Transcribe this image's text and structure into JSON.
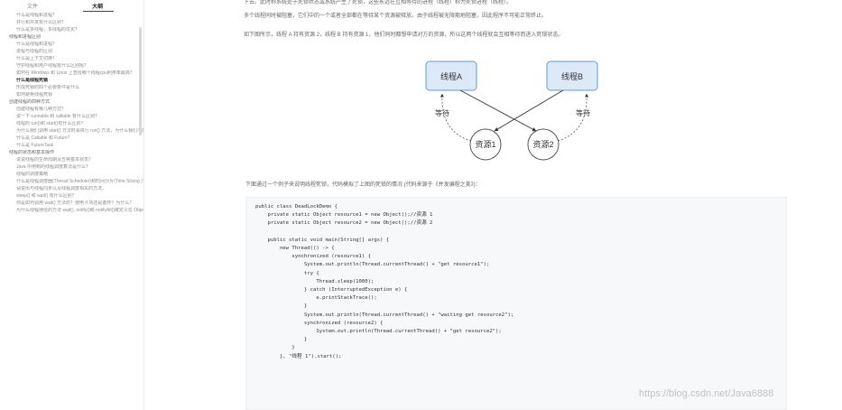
{
  "sidebar": {
    "tabs": [
      "文件",
      "大纲"
    ],
    "items": [
      {
        "label": "什么是线程和进程？",
        "level": 2
      },
      {
        "label": "并行和并发有什么区别？",
        "level": 2
      },
      {
        "label": "什么是多线程，多线程的优劣？",
        "level": 2
      },
      {
        "label": "线程和进程区别",
        "level": 1
      },
      {
        "label": "什么是线程和进程？",
        "level": 2
      },
      {
        "label": "进程与线程的区别",
        "level": 2
      },
      {
        "label": "什么是上下文切换？",
        "level": 2
      },
      {
        "label": "守护线程和用户线程有什么区别呢？",
        "level": 2
      },
      {
        "label": "如何在 Windows 和 Linux 上查找哪个线程cpu利用率最高？",
        "level": 2
      },
      {
        "label": "什么是线程死锁",
        "level": 2,
        "active": true
      },
      {
        "label": "形成死锁的四个必要条件是什么",
        "level": 2
      },
      {
        "label": "如何避免线程死锁",
        "level": 2
      },
      {
        "label": "创建线程的四种方式",
        "level": 1
      },
      {
        "label": "创建线程有哪几种方式？",
        "level": 2
      },
      {
        "label": "说一下 runnable 和 callable 有什么区别？",
        "level": 2
      },
      {
        "label": "线程的 run()和 start()有什么区别？",
        "level": 2
      },
      {
        "label": "为什么我们调用 start() 方法时会执行 run() 方法，为什么我们不能直接调用 run() 方法？",
        "level": 2
      },
      {
        "label": "什么是 Callable 和 Future?",
        "level": 2
      },
      {
        "label": "什么是 FutureTask",
        "level": 2
      },
      {
        "label": "线程的状态和基本操作",
        "level": 1
      },
      {
        "label": "说说线程的生命周期及五种基本状态？",
        "level": 2
      },
      {
        "label": "Java 中用到的线程调度算法是什么？",
        "level": 2
      },
      {
        "label": "线程的调度策略",
        "level": 2
      },
      {
        "label": "什么是线程调度器(Thread Scheduler)和时间分片(Time Slicing )?",
        "level": 2
      },
      {
        "label": "请说出与线程同步以及线程调度相关的方法。",
        "level": 2
      },
      {
        "label": "sleep() 和 wait() 有什么区别？",
        "level": 2
      },
      {
        "label": "你是如何调用 wait() 方法的？使用 if 块还是循环？为什么？",
        "level": 2
      },
      {
        "label": "为什么线程通信的方法 wait(), notify()和 notifyAll()被定义在 Object 类里？",
        "level": 2
      }
    ]
  },
  "main": {
    "paragraphs": [
      "下去。此时称系统处于死锁状态或系统产生了死锁，这些永远在互相等待的进程（线程）称为死锁进程（线程）。",
      "多个线程同时被阻塞，它们中的一个或者全部都在等待某个资源被释放。由于线程被无限期地阻塞，因此程序不可能正常终止。",
      "如下图所示，线程 A 持有资源 2，线程 B 持有资源 1，他们同时都想申请对方的资源，所以这两个线程就会互相等待而进入死锁状态。"
    ],
    "code_intro": "下面通过一个例子来说明线程死锁，代码模拟了上图的死锁的情况 (代码来源于《并发编程之美》)：",
    "diagram": {
      "thread_a": "线程A",
      "thread_b": "线程B",
      "wait_left": "等待",
      "wait_right": "等待",
      "resource_1": "资源1",
      "resource_2": "资源2"
    },
    "code_lines": [
      "public class DeadLockDemo {",
      "    private static Object resource1 = new Object();//资源 1",
      "    private static Object resource2 = new Object();//资源 2",
      "",
      "    public static void main(String[] args) {",
      "        new Thread(() -> {",
      "            synchronized (resource1) {",
      "                System.out.println(Thread.currentThread() + \"get resource1\");",
      "                try {",
      "                    Thread.sleep(1000);",
      "                } catch (InterruptedException e) {",
      "                    e.printStackTrace();",
      "                }",
      "                System.out.println(Thread.currentThread() + \"waiting get resource2\");",
      "                synchronized (resource2) {",
      "                    System.out.println(Thread.currentThread() + \"get resource2\");",
      "                }",
      "            }",
      "        }, \"线程 1\").start();"
    ]
  },
  "watermark": "https://blog.csdn.net/Java6888",
  "colors": {
    "node_fill": "#dce9f7",
    "node_stroke": "#5b9bd5",
    "code_bg": "#f6f8fa"
  }
}
